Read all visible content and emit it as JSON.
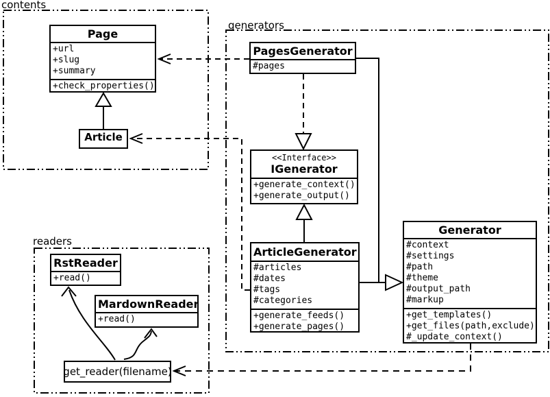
{
  "diagram": {
    "type": "uml-class-diagram",
    "colors": {
      "line": "#000000",
      "background": "#ffffff"
    }
  },
  "packages": {
    "contents": {
      "label": "contents"
    },
    "generators": {
      "label": "generators"
    },
    "readers": {
      "label": "readers"
    }
  },
  "classes": {
    "page": {
      "title": "Page",
      "attributes": [
        "+url",
        "+slug",
        "+summary"
      ],
      "methods": [
        "+check_properties()"
      ]
    },
    "article": {
      "title": "Article"
    },
    "pages_generator": {
      "title": "PagesGenerator",
      "attributes": [
        "#pages"
      ]
    },
    "igenerator": {
      "stereotype": "<<Interface>>",
      "title": "IGenerator",
      "methods": [
        "+generate_context()",
        "+generate_output()"
      ]
    },
    "article_generator": {
      "title": "ArticleGenerator",
      "attributes": [
        "#articles",
        "#dates",
        "#tags",
        "#categories"
      ],
      "methods": [
        "+generate_feeds()",
        "+generate_pages()"
      ]
    },
    "generator": {
      "title": "Generator",
      "attributes": [
        "#context",
        "#settings",
        "#path",
        "#theme",
        "#output_path",
        "#markup"
      ],
      "methods": [
        "+get_templates()",
        "+get_files(path,exclude)",
        "#_update_context()"
      ]
    },
    "rst_reader": {
      "title": "RstReader",
      "methods": [
        "+read()"
      ]
    },
    "mardown_reader": {
      "title": "MardownReader",
      "methods": [
        "+read()"
      ]
    },
    "get_reader": {
      "label": "get_reader(filename)"
    }
  },
  "relationships": [
    {
      "from": "Article",
      "to": "Page",
      "kind": "inheritance"
    },
    {
      "from": "PagesGenerator",
      "to": "Page",
      "kind": "dependency"
    },
    {
      "from": "PagesGenerator",
      "to": "IGenerator",
      "kind": "realization"
    },
    {
      "from": "ArticleGenerator",
      "to": "IGenerator",
      "kind": "inheritance"
    },
    {
      "from": "ArticleGenerator",
      "to": "Article",
      "kind": "dependency"
    },
    {
      "from": "PagesGenerator",
      "to": "Generator",
      "kind": "inheritance"
    },
    {
      "from": "ArticleGenerator",
      "to": "Generator",
      "kind": "inheritance"
    },
    {
      "from": "Generator",
      "to": "get_reader(filename)",
      "kind": "dependency"
    },
    {
      "from": "get_reader(filename)",
      "to": "RstReader",
      "kind": "association"
    },
    {
      "from": "get_reader(filename)",
      "to": "MardownReader",
      "kind": "association"
    }
  ]
}
